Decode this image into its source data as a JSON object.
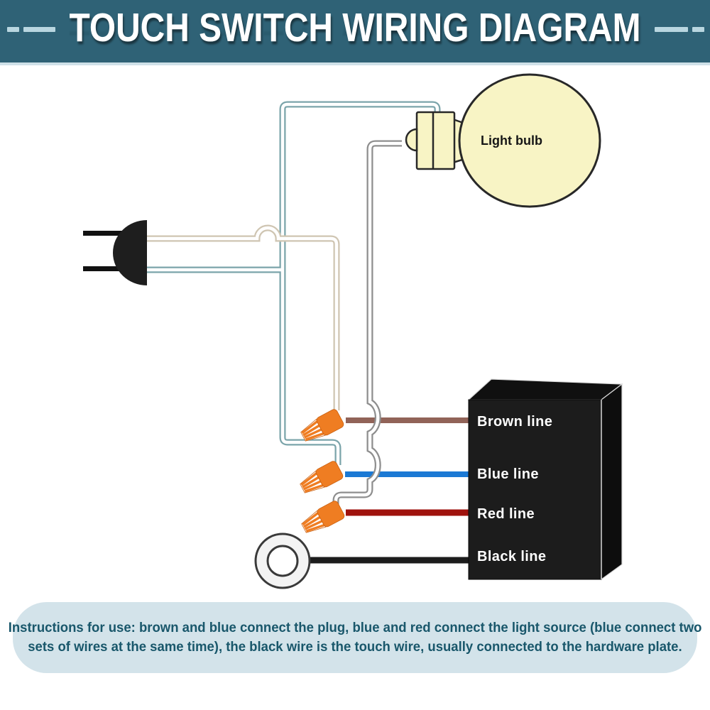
{
  "header": {
    "title": "TOUCH SWITCH WIRING DIAGRAM",
    "bg_color": "#2f6276",
    "text_color": "#ffffff",
    "dash_color": "#b9d6e0"
  },
  "diagram": {
    "bulb_label": "Light bulb",
    "bulb_fill": "#f8f4c5",
    "connector_color": "#ef7d22",
    "connector_edge_color": "#c85f10",
    "box_color": "#1c1c1c",
    "box_lines": [
      {
        "label": "Brown line",
        "color": "#916358"
      },
      {
        "label": "Blue line",
        "color": "#1b79d4"
      },
      {
        "label": "Red line",
        "color": "#9f120d"
      },
      {
        "label": "Black line",
        "color": "#1c1c1c"
      }
    ],
    "wires": {
      "tan": {
        "color": "#cfc5b2"
      },
      "teal": {
        "color": "#7ba4aa"
      },
      "gray": {
        "color": "#8e8e8e"
      }
    }
  },
  "instructions": {
    "bg_color": "#d3e3ea",
    "text_color": "#19576b",
    "line1": "Instructions for use: brown and blue connect the plug, blue and red connect the light source (blue connect two",
    "line2": "sets of wires at the same time), the black wire is the touch wire, usually connected to the hardware plate."
  }
}
